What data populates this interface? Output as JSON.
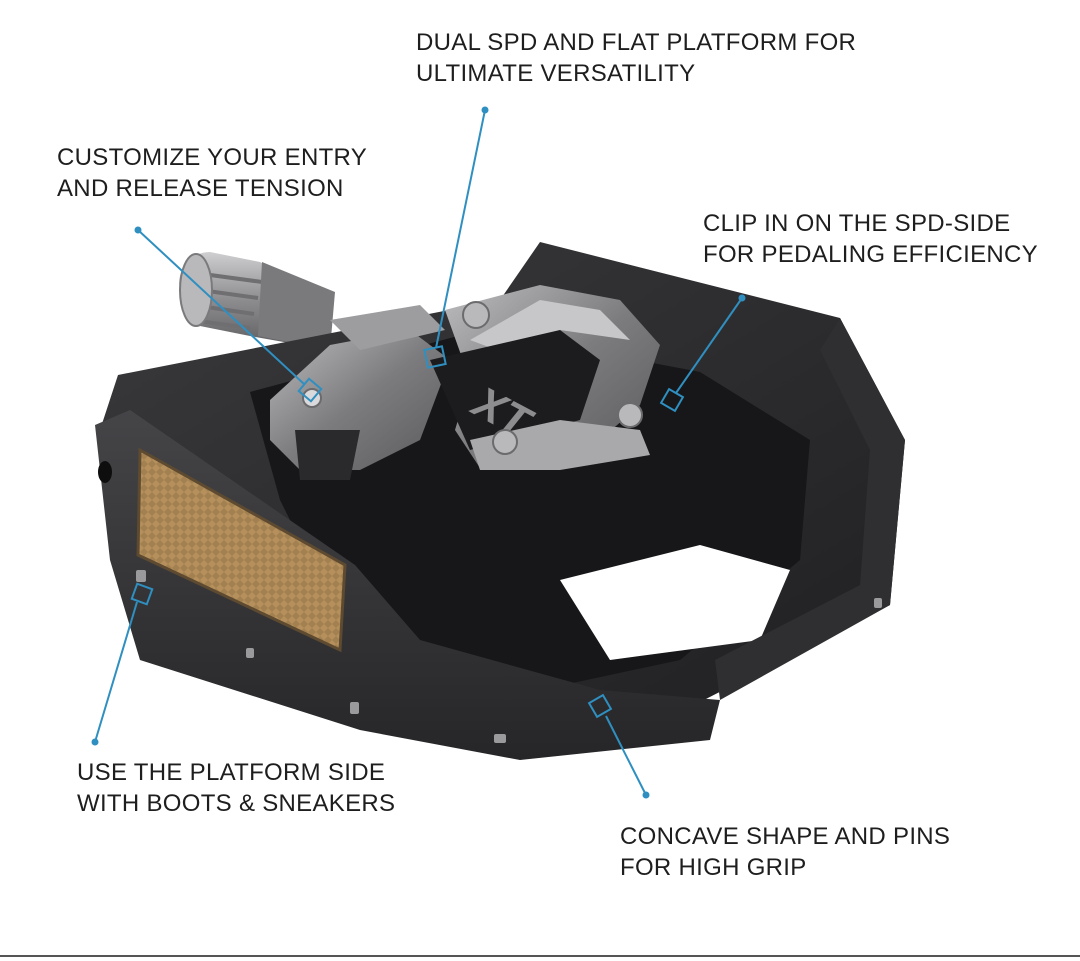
{
  "callouts": {
    "dual_platform": [
      "DUAL SPD AND FLAT PLATFORM FOR",
      "ULTIMATE VERSATILITY"
    ],
    "tension": [
      "CUSTOMIZE YOUR ENTRY",
      "AND RELEASE TENSION"
    ],
    "spd_side": [
      "CLIP IN ON THE SPD-SIDE",
      "FOR PEDALING EFFICIENCY"
    ],
    "platform_side": [
      "USE THE PLATFORM SIDE",
      "WITH BOOTS & SNEAKERS"
    ],
    "concave": [
      "CONCAVE SHAPE AND PINS",
      "FOR HIGH GRIP"
    ]
  },
  "brand_mark": "XT",
  "colors": {
    "leader_line": "#2f8fc0",
    "pedal_body": "#2b2b2d",
    "pedal_body_light": "#4a4a4d",
    "metal": "#8a8a8c",
    "reflector": "#a8855a",
    "text": "#1e1e1e"
  }
}
